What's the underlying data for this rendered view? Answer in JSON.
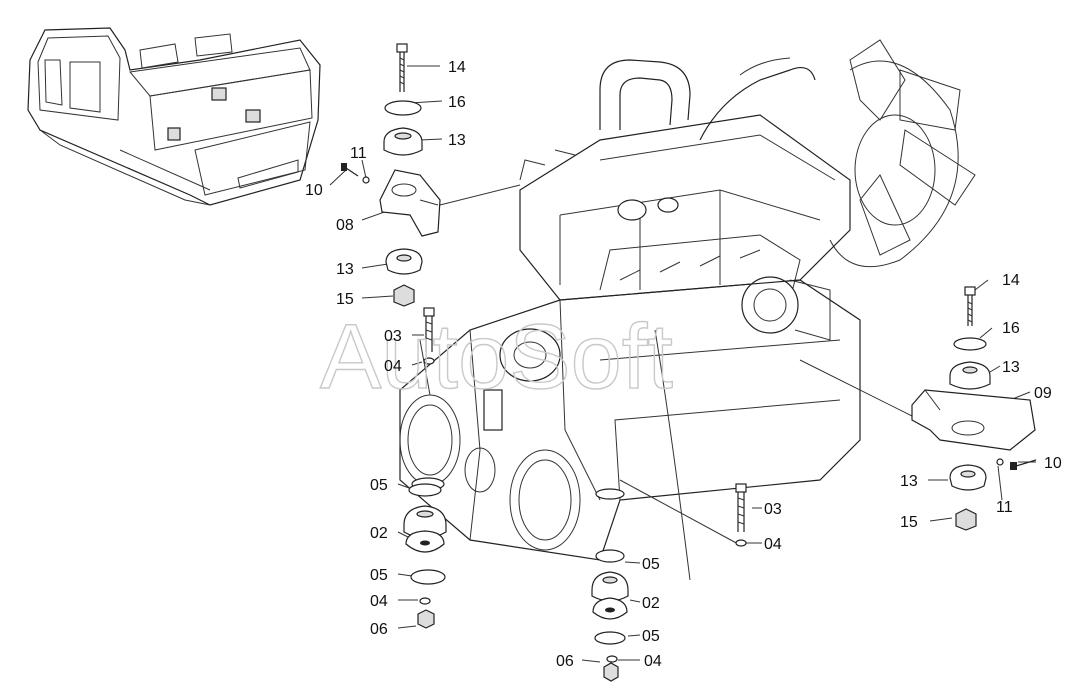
{
  "watermark": "AutoSoft",
  "callouts": {
    "c_14_left": "14",
    "c_16_left": "16",
    "c_13_left_top": "13",
    "c_11_left": "11",
    "c_10_left": "10",
    "c_08": "08",
    "c_13_left_bottom": "13",
    "c_15_left": "15",
    "c_03_top": "03",
    "c_04_top": "04",
    "c_05_fl_top": "05",
    "c_02_fl": "02",
    "c_05_fl_bottom": "05",
    "c_04_fl": "04",
    "c_06_fl": "06",
    "c_14_right": "14",
    "c_16_right": "16",
    "c_13_right_top": "13",
    "c_09": "09",
    "c_13_right_bottom": "13",
    "c_10_right": "10",
    "c_11_right": "11",
    "c_15_right": "15",
    "c_03_mid": "03",
    "c_04_mid": "04",
    "c_05_fc_top": "05",
    "c_02_fc": "02",
    "c_05_fc_bottom": "05",
    "c_06_fc": "06",
    "c_04_fc": "04"
  }
}
